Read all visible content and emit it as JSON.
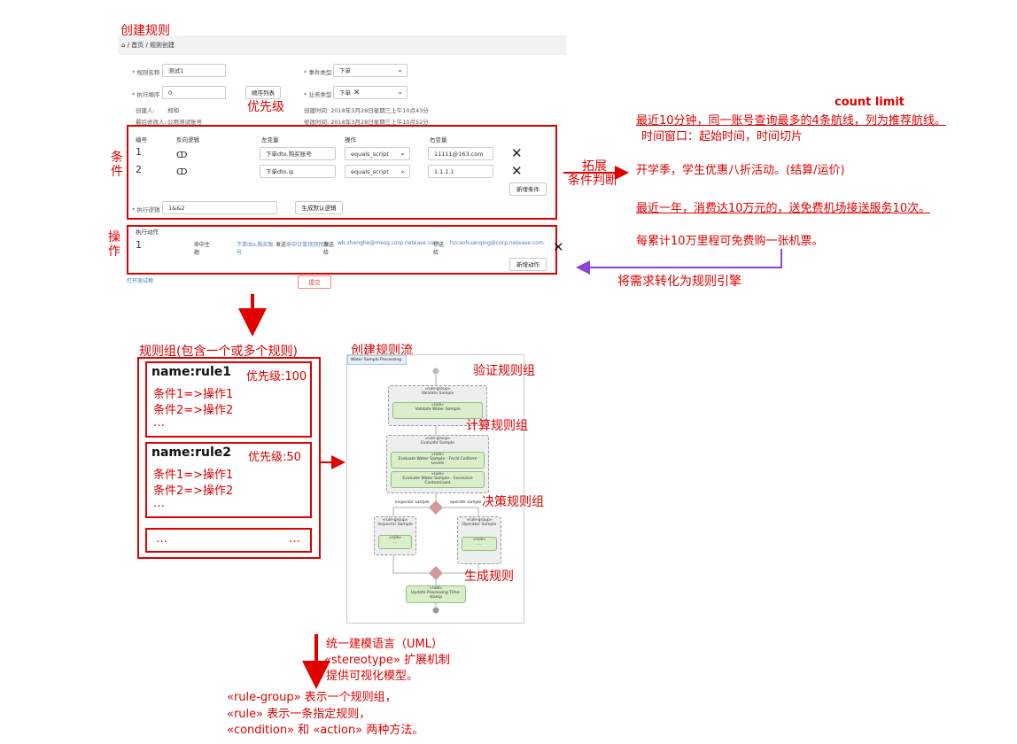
{
  "title": "创建规则",
  "breadcrumb": "⌂ / 首页 / 规则创建",
  "form": {
    "rule_name_label": "* 规则名称",
    "rule_name_value": "测试1",
    "event_type_label": "* 事件类型",
    "event_type_value": "下单",
    "exec_order_label": "* 执行顺序",
    "exec_order_value": "0",
    "order_list_btn": "顺序列表",
    "biz_type_label": "* 业务类型",
    "biz_type_value": "下单",
    "creator_label": "创建人:",
    "creator_value": "郑和",
    "created_time": "创建时间: 2018年3月28日星期三上午10点43分",
    "modifier_label": "最后修改人:",
    "modifier_value": "公用测试账号",
    "modified_time": "修改时间: 2018年3月28日星期三上午10点52分",
    "cond_headers": [
      "编号",
      "反向逻辑",
      "左变量",
      "操作",
      "右变量"
    ],
    "conditions": [
      {
        "no": "1",
        "left": "下单dto.购买账号",
        "op": "equals_script",
        "right": "11111@163.com"
      },
      {
        "no": "2",
        "left": "下单dto.ip",
        "op": "equals_script",
        "right": "1.1.1.1"
      }
    ],
    "add_cond_btn": "新增条件",
    "exec_logic_label": "* 执行逻辑",
    "exec_logic_value": "1&&2",
    "gen_logic_btn": "生成默认逻辑",
    "action_header": "执行动作",
    "action_no": "1",
    "action_col1": "命中主题",
    "action_col2": "下单dto.购买账号",
    "action_col3": "发送",
    "action_col4": "命中订单顶顶顶顶",
    "action_col5": "发送给",
    "action_col6": "wb.zhenghe@mesg.corp.netease.com",
    "action_col7": "抄送给",
    "action_col8": "hzcaohuanqing@corp.netease.com",
    "add_action_btn": "新增动作",
    "open_test_link": "打开测试框",
    "submit_btn": "提交"
  },
  "annotations": {
    "priority": "优先级",
    "cond": "条\n件",
    "action": "操\n作",
    "expand": "拓展",
    "cond_judge": "条件判断",
    "count_limit": "count  limit",
    "ex1": "最近10分钟，同一账号查询最多的4条航线，列为推荐航线。",
    "ex1b": "时间窗口：起始时间，时间切片",
    "ex2": "开学季，学生优惠八折活动。(结算/运价)",
    "ex3": "最近一年，消费达10万元的，送免费机场接送服务10次。",
    "ex4": "每累计10万里程可免费购一张机票。",
    "to_engine": "将需求转化为规则引擎"
  },
  "rule_group": {
    "title": "规则组(包含一个或多个规则)",
    "rules": [
      {
        "name": "name:rule1",
        "priority": "优先级:100",
        "lines": [
          "条件1=>操作1",
          "条件2=>操作2",
          "…"
        ]
      },
      {
        "name": "name:rule2",
        "priority": "优先级:50",
        "lines": [
          "条件1=>操作1",
          "条件2=>操作2",
          "…"
        ]
      }
    ],
    "more_left": "…",
    "more_right": "…"
  },
  "flow": {
    "title": "创建规则流",
    "header": "Water Sample Processing",
    "verify_group": "验证规则组",
    "calc_group": "计算规则组",
    "decide_group": "决策规则组",
    "gen_rule": "生成规则",
    "rule_group_tag": "«rule-group»",
    "rule_tag": "«rule»",
    "g1": "Validate Sample",
    "r1": "Validate Water Sample",
    "g2": "Evaluate Sample",
    "r2": "Evaluate Water Sample - Fecal Coliform Levels",
    "r3": "Evaluate Water Sample - Excessive Contaminant",
    "inspector_label": "inspector sample",
    "operator_label": "operate sample",
    "g3": "Inspector Sample",
    "g4": "Operator Sample",
    "r_small": "...",
    "r_last": "Update Processing Time-stamp"
  },
  "uml": {
    "l1": "统一建模语言（UML）",
    "l2": "«stereotype» 扩展机制",
    "l3": "提供可视化模型。",
    "l4": "«rule-group» 表示一个规则组，",
    "l5": "«rule» 表示一条指定规则，",
    "l6": "«condition» 和 «action» 两种方法。"
  }
}
